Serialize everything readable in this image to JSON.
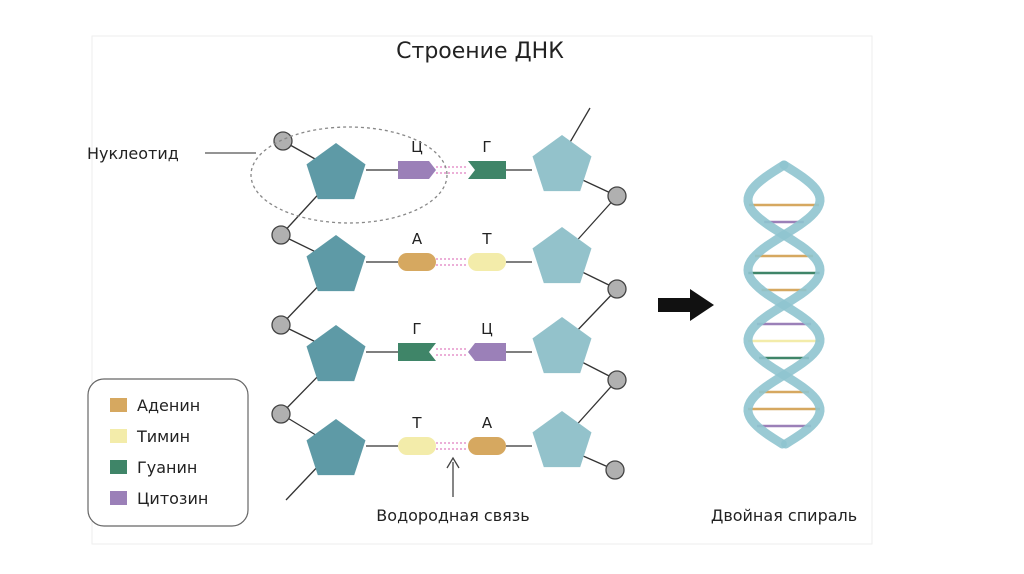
{
  "title": "Строение ДНК",
  "nucleotide_label": "Нуклеотид",
  "hydrogen_bond_label": "Водородная связь",
  "double_helix_label": "Двойная спираль",
  "colors": {
    "adenine": "#d6a860",
    "thymine": "#f3ecaa",
    "guanine": "#3f8568",
    "cytosine": "#9b80b8",
    "sugar_left": "#5e9aa6",
    "sugar_right": "#93c2cb",
    "phosphate": "#b0b0b0",
    "hydrogen_bond": "#d85fb0",
    "helix": "#8fc4cf"
  },
  "legend": [
    {
      "key": "adenine",
      "label": "Аденин"
    },
    {
      "key": "thymine",
      "label": "Тимин"
    },
    {
      "key": "guanine",
      "label": "Гуанин"
    },
    {
      "key": "cytosine",
      "label": "Цитозин"
    }
  ],
  "base_pairs": [
    {
      "left": {
        "letter": "Ц",
        "base": "cytosine"
      },
      "right": {
        "letter": "Г",
        "base": "guanine"
      }
    },
    {
      "left": {
        "letter": "А",
        "base": "adenine"
      },
      "right": {
        "letter": "Т",
        "base": "thymine"
      }
    },
    {
      "left": {
        "letter": "Г",
        "base": "guanine"
      },
      "right": {
        "letter": "Ц",
        "base": "cytosine"
      }
    },
    {
      "left": {
        "letter": "Т",
        "base": "thymine"
      },
      "right": {
        "letter": "А",
        "base": "adenine"
      }
    }
  ],
  "arrow_icon": "right-arrow-icon"
}
